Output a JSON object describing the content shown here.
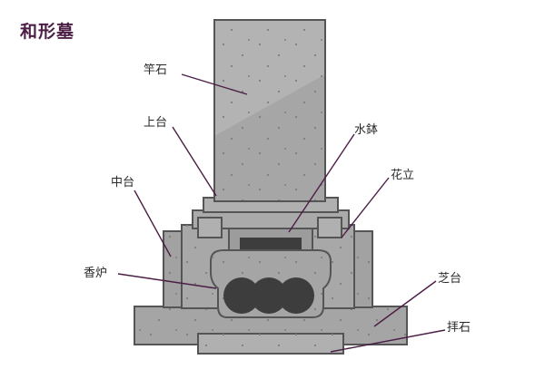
{
  "title": "和形墓",
  "labels": {
    "saoishi": "竿石",
    "jodai": "上台",
    "suibachi": "水鉢",
    "chudai": "中台",
    "hanatate": "花立",
    "koro": "香炉",
    "shibadai": "芝台",
    "haiseki": "拝石"
  },
  "colors": {
    "stone": "#a2a2a2",
    "stone_light": "#b3b3b3",
    "stone_dark": "#8e8e8e",
    "outline": "#555555",
    "leader": "#4b1e46",
    "title": "#4b1e46",
    "hole": "#3d3d3d"
  }
}
